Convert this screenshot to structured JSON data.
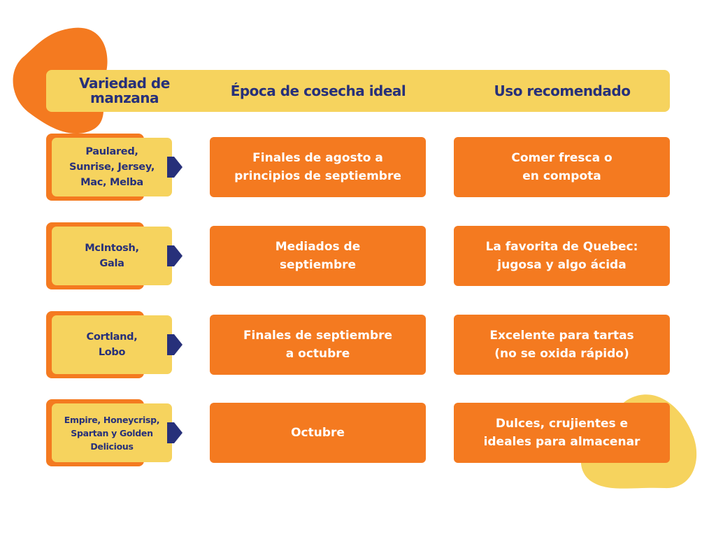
{
  "headers": {
    "variety": "Variedad de\nmanzana",
    "harvest": "Época de cosecha ideal",
    "use": "Uso recomendado"
  },
  "rows": [
    {
      "variety": "Paulared,\nSunrise, Jersey,\nMac, Melba",
      "harvest": "Finales de agosto a\nprincipios de septiembre",
      "use": "Comer fresca o\nen compota"
    },
    {
      "variety": "McIntosh,\nGala",
      "harvest": "Mediados de\nseptiembre",
      "use": "La favorita de Quebec:\njugosa y algo ácida"
    },
    {
      "variety": "Cortland,\nLobo",
      "harvest": "Finales de septiembre\na octubre",
      "use": "Excelente para tartas\n(no se oxida rápido)"
    },
    {
      "variety": "Empire, Honeycrisp,\nSpartan y Golden\nDelicious",
      "harvest": "Octubre",
      "use": "Dulces, crujientes e\nideales para almacenar"
    }
  ],
  "colors": {
    "orange": "#f47a20",
    "yellow": "#f6d35e",
    "navy": "#27307a",
    "white": "#ffffff"
  }
}
